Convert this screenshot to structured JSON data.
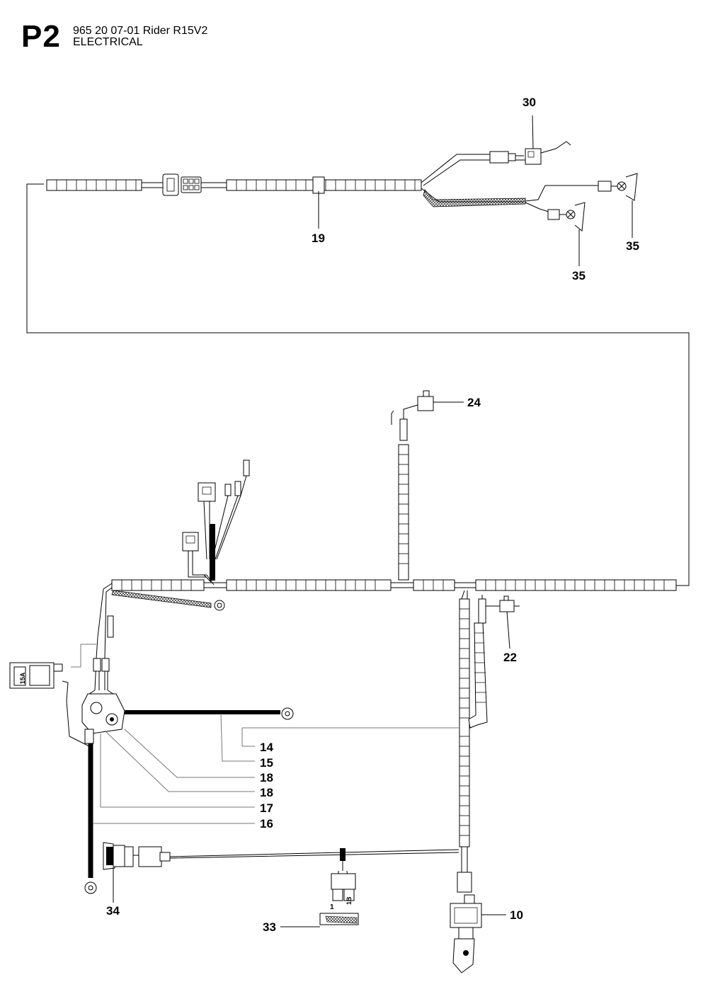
{
  "header": {
    "page_code": "P2",
    "part_line": "965 20 07-01 Rider R15V2",
    "section": "ELECTRICAL"
  },
  "callouts": {
    "c30": "30",
    "c19": "19",
    "c35a": "35",
    "c35b": "35",
    "c24": "24",
    "c22": "22",
    "c14": "14",
    "c15": "15",
    "c18a": "18",
    "c18b": "18",
    "c17": "17",
    "c16": "16",
    "c34": "34",
    "c33": "33",
    "c10": "10"
  },
  "component_labels": {
    "fuse_rating": "15A",
    "terminal_1": "1",
    "terminal_1b": "1B"
  }
}
